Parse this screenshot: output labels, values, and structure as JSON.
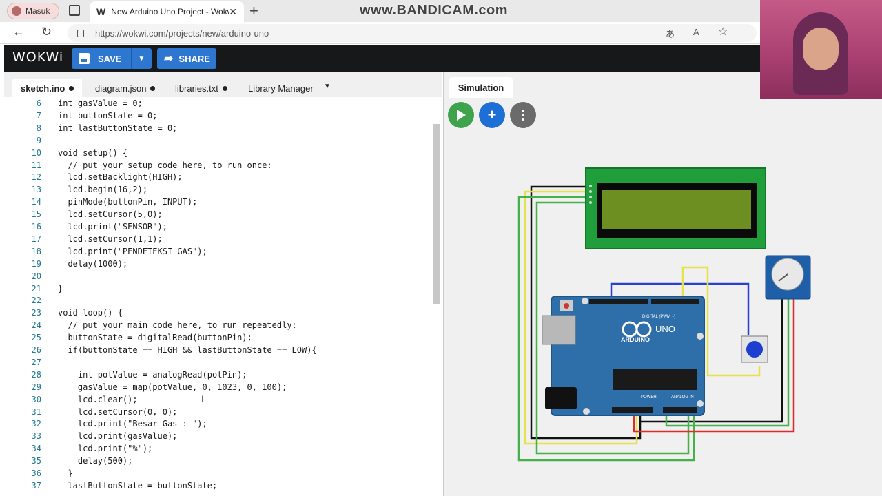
{
  "browser": {
    "profile_label": "Masuk",
    "tab_title": "New Arduino Uno Project - Wokwi",
    "url": "https://wokwi.com/projects/new/arduino-uno",
    "watermark": "www.BANDICAM.com"
  },
  "toolbar": {
    "logo": "WOKWi",
    "save_label": "SAVE",
    "share_label": "SHARE"
  },
  "editor": {
    "tabs": [
      "sketch.ino",
      "diagram.json",
      "libraries.txt",
      "Library Manager"
    ],
    "lines": [
      {
        "n": "6",
        "t": "int gasValue = 0;"
      },
      {
        "n": "7",
        "t": "int buttonState = 0;"
      },
      {
        "n": "8",
        "t": "int lastButtonState = 0;"
      },
      {
        "n": "9",
        "t": ""
      },
      {
        "n": "10",
        "t": "void setup() {"
      },
      {
        "n": "11",
        "t": "  // put your setup code here, to run once:"
      },
      {
        "n": "12",
        "t": "  lcd.setBacklight(HIGH);"
      },
      {
        "n": "13",
        "t": "  lcd.begin(16,2);"
      },
      {
        "n": "14",
        "t": "  pinMode(buttonPin, INPUT);"
      },
      {
        "n": "15",
        "t": "  lcd.setCursor(5,0);"
      },
      {
        "n": "16",
        "t": "  lcd.print(\"SENSOR\");"
      },
      {
        "n": "17",
        "t": "  lcd.setCursor(1,1);"
      },
      {
        "n": "18",
        "t": "  lcd.print(\"PENDETEKSI GAS\");"
      },
      {
        "n": "19",
        "t": "  delay(1000);"
      },
      {
        "n": "20",
        "t": ""
      },
      {
        "n": "21",
        "t": "}"
      },
      {
        "n": "22",
        "t": ""
      },
      {
        "n": "23",
        "t": "void loop() {"
      },
      {
        "n": "24",
        "t": "  // put your main code here, to run repeatedly:"
      },
      {
        "n": "25",
        "t": "  buttonState = digitalRead(buttonPin);"
      },
      {
        "n": "26",
        "t": "  if(buttonState == HIGH && lastButtonState == LOW){"
      },
      {
        "n": "27",
        "t": ""
      },
      {
        "n": "28",
        "t": "    int potValue = analogRead(potPin);"
      },
      {
        "n": "29",
        "t": "    gasValue = map(potValue, 0, 1023, 0, 100);"
      },
      {
        "n": "30",
        "t": "    lcd.clear();"
      },
      {
        "n": "31",
        "t": "    lcd.setCursor(0, 0);"
      },
      {
        "n": "32",
        "t": "    lcd.print(\"Besar Gas : \");"
      },
      {
        "n": "33",
        "t": "    lcd.print(gasValue);"
      },
      {
        "n": "34",
        "t": "    lcd.print(\"%\");"
      },
      {
        "n": "35",
        "t": "    delay(500);"
      },
      {
        "n": "36",
        "t": "  }"
      },
      {
        "n": "37",
        "t": "  lastButtonState = buttonState;"
      }
    ]
  },
  "simulation": {
    "tab_label": "Simulation",
    "board_logo": "ARDUINO",
    "board_model": "UNO",
    "digital_label": "DIGITAL (PWM ~)",
    "power_label": "POWER",
    "analog_label": "ANALOG IN"
  },
  "colors": {
    "wokwi_bar": "#17181a",
    "button_blue": "#2e77d0",
    "play_green": "#3fa34d",
    "add_blue": "#1d6fd6",
    "menu_gray": "#6b6b6b",
    "lcd_green": "#1f9e3b",
    "lcd_screen": "#6d8f22",
    "arduino_blue": "#2f6fa9"
  }
}
